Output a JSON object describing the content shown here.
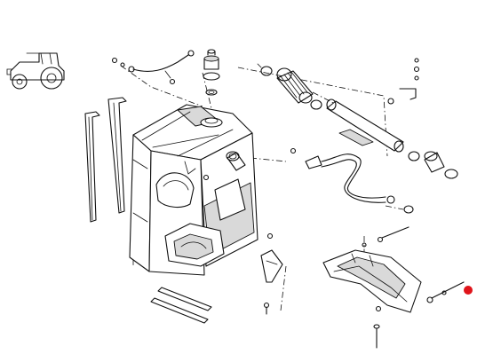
{
  "diagram": {
    "type": "exploded-parts-view",
    "components": [
      {
        "id": "tractor-icon"
      },
      {
        "id": "fuel-tank"
      },
      {
        "id": "filler-neck"
      },
      {
        "id": "fuel-cap-assembly"
      },
      {
        "id": "sender-cable"
      },
      {
        "id": "tank-strap-left"
      },
      {
        "id": "tank-strap-right"
      },
      {
        "id": "breather-hose"
      },
      {
        "id": "hose-clamps"
      },
      {
        "id": "fuel-line"
      },
      {
        "id": "support-bracket"
      },
      {
        "id": "skid-plate"
      },
      {
        "id": "mounting-bolts"
      },
      {
        "id": "rubber-pads"
      },
      {
        "id": "sensor-clip-bracket"
      }
    ],
    "highlight": {
      "color": "#e0141a",
      "component": "mounting-bolt"
    }
  }
}
